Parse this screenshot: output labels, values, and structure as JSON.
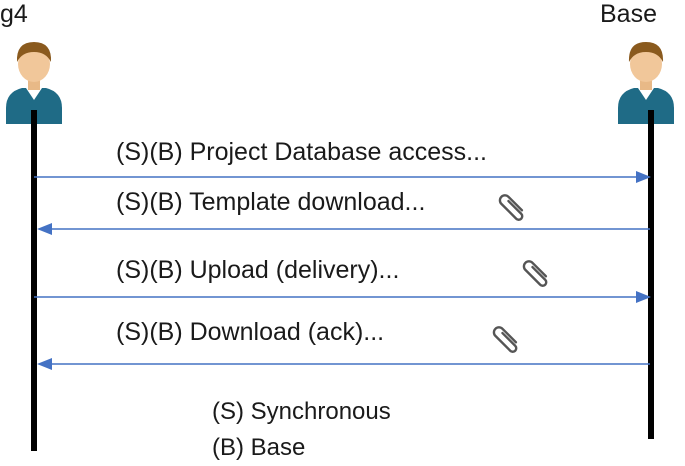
{
  "actors": {
    "left": {
      "name": "g4"
    },
    "right": {
      "name": "Base"
    }
  },
  "messages": [
    {
      "label": "(S)(B) Project Database access...",
      "direction": "left-to-right",
      "attachment": false
    },
    {
      "label": "(S)(B) Template download...",
      "direction": "right-to-left",
      "attachment": true
    },
    {
      "label": "(S)(B) Upload (delivery)...",
      "direction": "left-to-right",
      "attachment": true
    },
    {
      "label": "(S)(B) Download (ack)...",
      "direction": "right-to-left",
      "attachment": true
    }
  ],
  "legend": [
    "(S) Synchronous",
    "(B) Base"
  ],
  "icons": {
    "actor": "person-icon",
    "attachment": "paperclip-icon"
  },
  "colors": {
    "arrow": "#4472c4",
    "lifeline": "#000000",
    "actor_shirt": "#1f6b86",
    "actor_hair": "#8a5a1e",
    "actor_skin": "#f1c79a"
  }
}
